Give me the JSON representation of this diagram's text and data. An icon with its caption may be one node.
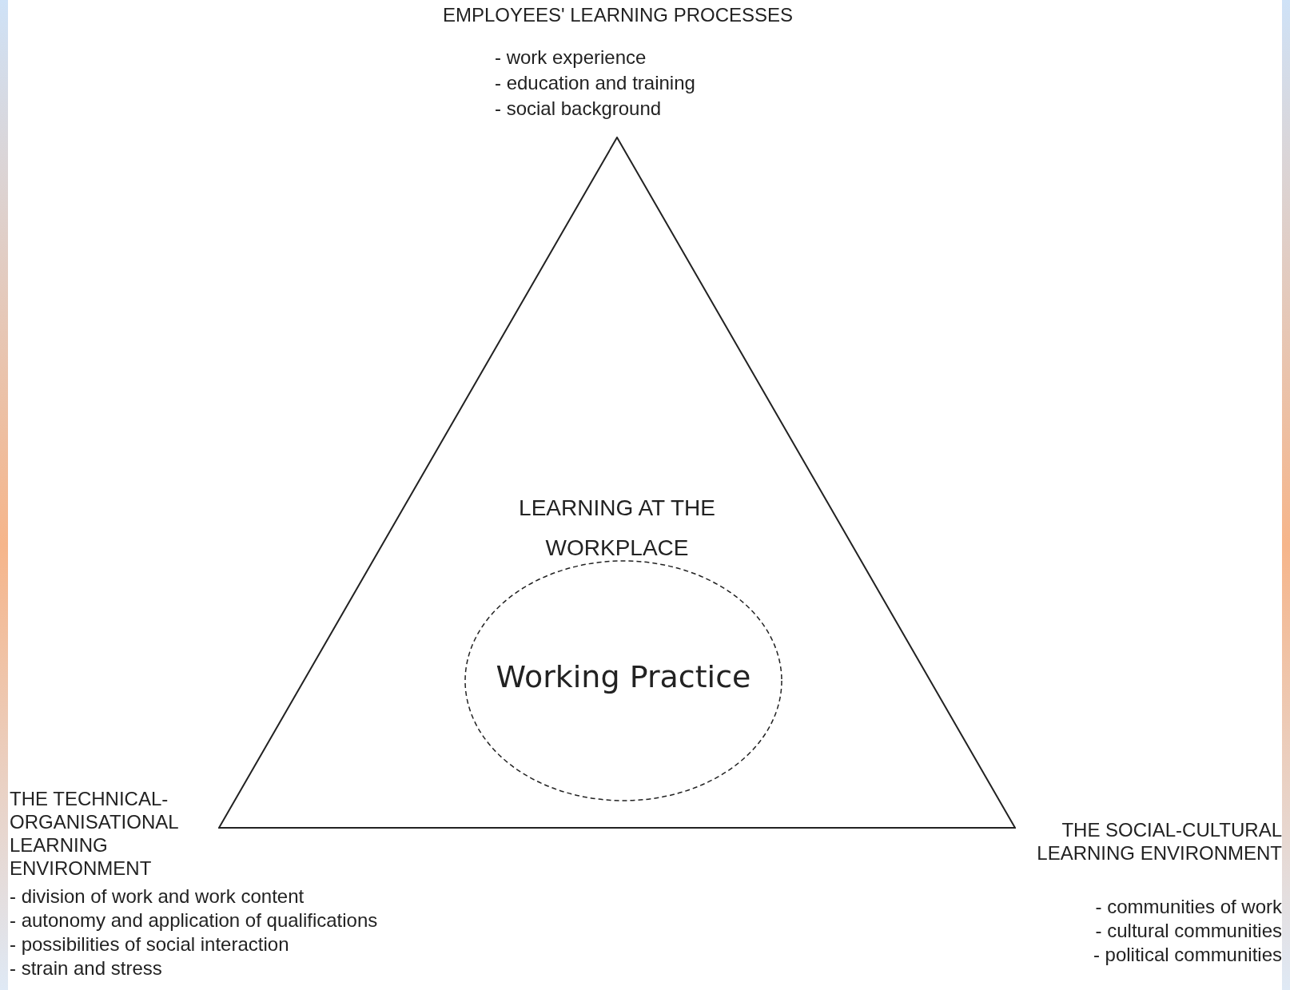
{
  "diagram": {
    "nodes": [
      {
        "text": [
          "LEARNING AT THE WORKPLACE"
        ]
      },
      {
        "text": [
          "Working Practice"
        ],
        "in": 0
      }
    ],
    "edges": [],
    "labels": [
      "EMPLOYEES' LEARNING PROCESSES",
      "- work experience",
      "- education and training",
      "- social background",
      "THE TECHNICAL-ORGANISATIONAL LEARNING ENVIRONMENT",
      "- division of work and work content",
      "- autonomy and application of qualifications",
      "- possibilities of social interaction",
      "- strain and stress",
      "THE SOCIAL-CULTURAL LEARNING ENVIRONMENT",
      "- communities of work",
      "- cultural communities",
      "- political communities"
    ]
  }
}
